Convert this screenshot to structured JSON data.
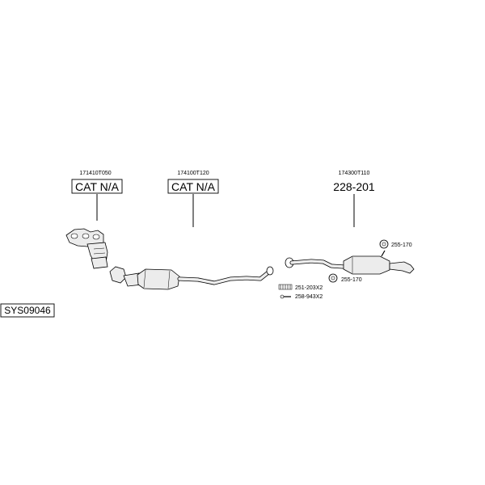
{
  "diagram": {
    "system_id": "SYS09046",
    "parts": [
      {
        "part_no": "171410T050",
        "code": "CAT N/A"
      },
      {
        "part_no": "174100T120",
        "code": "CAT N/A"
      },
      {
        "part_no": "174300T110",
        "code": "228-201"
      }
    ],
    "accessories": [
      {
        "code": "255-170"
      },
      {
        "code": "255-170"
      },
      {
        "code": "251-203X2"
      },
      {
        "code": "258-943X2"
      }
    ]
  }
}
